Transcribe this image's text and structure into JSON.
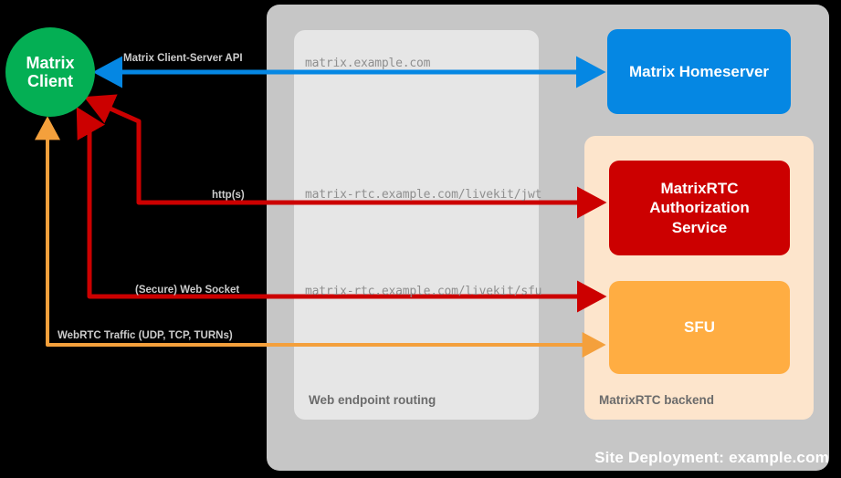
{
  "diagram": {
    "title": "MatrixRTC deployment topology",
    "site": {
      "label": "Site Deployment: example.com",
      "color": "#c6c6c6"
    },
    "zones": [
      {
        "name": "web-endpoint-routing",
        "label": "Web endpoint routing",
        "color": "#e6e6e6"
      },
      {
        "name": "matrixrtc-backend",
        "label": "MatrixRTC backend",
        "color": "#fde5cc"
      }
    ],
    "nodes": [
      {
        "name": "matrix-client",
        "label": "Matrix\nClient",
        "line1": "Matrix",
        "line2": "Client",
        "shape": "circle",
        "color": "#04af54"
      },
      {
        "name": "matrix-homeserver",
        "label": "Matrix Homeserver",
        "shape": "rounded-rect",
        "color": "#0587e3"
      },
      {
        "name": "auth-service",
        "label": "MatrixRTC Authorization Service",
        "line1": "MatrixRTC",
        "line2": "Authorization",
        "line3": "Service",
        "shape": "rounded-rect",
        "color": "#cc0000"
      },
      {
        "name": "sfu",
        "label": "SFU",
        "shape": "rounded-rect",
        "color": "#ffad42"
      }
    ],
    "edges": [
      {
        "name": "edge-client-server-api",
        "label": "Matrix Client-Server API",
        "url": "matrix.example.com",
        "color": "#0587e3",
        "direction": "bidirectional",
        "from": "matrix-client",
        "to": "matrix-homeserver"
      },
      {
        "name": "edge-https",
        "label": "http(s)",
        "url": "matrix-rtc.example.com/livekit/jwt",
        "color": "#cc0000",
        "direction": "bidirectional",
        "from": "matrix-client",
        "to": "auth-service"
      },
      {
        "name": "edge-websocket",
        "label": "(Secure) Web Socket",
        "url": "matrix-rtc.example.com/livekit/sfu",
        "color": "#cc0000",
        "direction": "bidirectional",
        "from": "matrix-client",
        "to": "sfu"
      },
      {
        "name": "edge-webrtc",
        "label": "WebRTC Traffic (UDP, TCP, TURNs)",
        "url": "",
        "color": "#f4a03c",
        "direction": "bidirectional",
        "from": "matrix-client",
        "to": "sfu"
      }
    ],
    "colors": {
      "background": "#000000",
      "site": "#c6c6c6",
      "web_endpoint": "#e6e6e6",
      "backend": "#fde5cc",
      "client": "#04af54",
      "homeserver": "#0587e3",
      "auth": "#cc0000",
      "sfu": "#ffad42",
      "webrtc": "#f4a03c",
      "zone_label_text": "#6b6b6b",
      "edge_label_text": "#cccccc",
      "url_text": "#8f8f8f",
      "site_label_text": "#ffffff"
    }
  }
}
